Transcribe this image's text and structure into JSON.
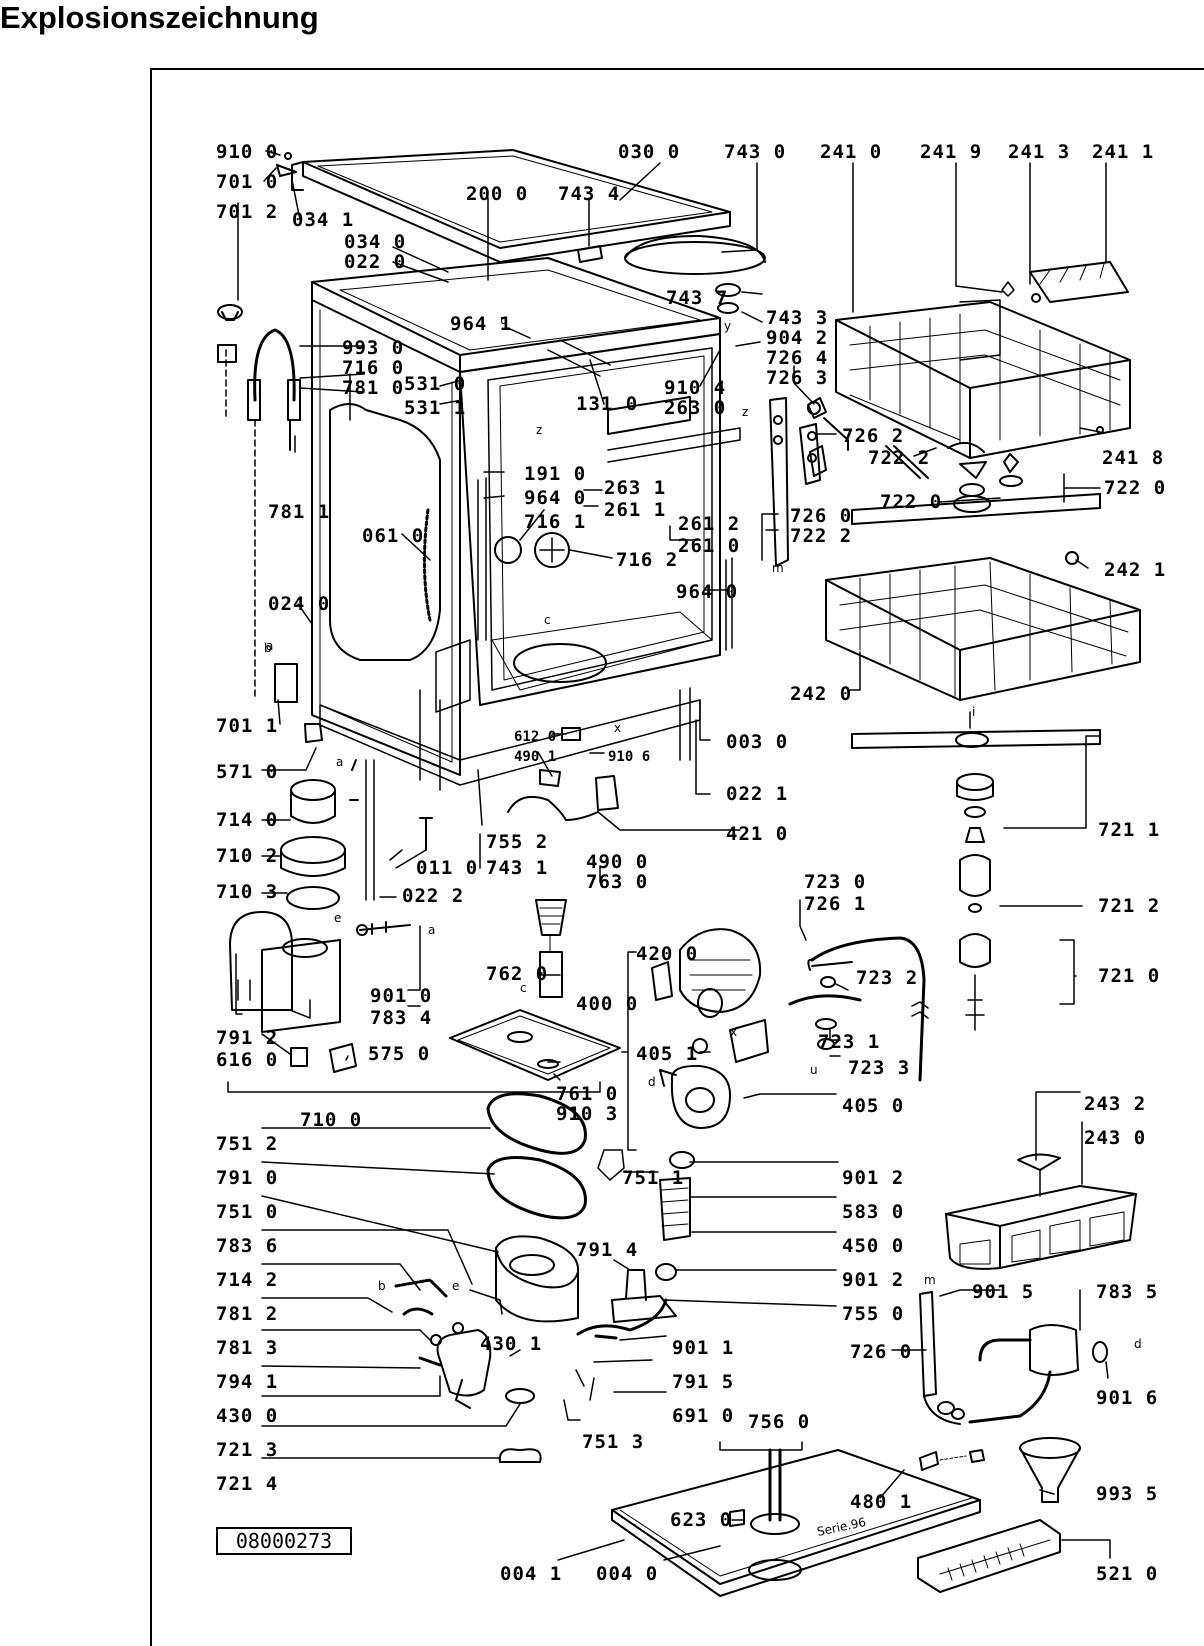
{
  "page": {
    "title": "Explosionszeichnung",
    "document_number": "08000273",
    "sheet_mark": "Serie.96"
  },
  "part_labels": [
    "910 0",
    "701 0",
    "034 1",
    "701 2",
    "030 0",
    "200 0",
    "743 4",
    "743 0",
    "241 0",
    "241 9",
    "241 3",
    "241 1",
    "034 0",
    "022 0",
    "743 7",
    "743 3",
    "964 1",
    "904 2",
    "726 4",
    "726 3",
    "993 0",
    "716 0",
    "781 0",
    "531 0",
    "531 1",
    "910 4",
    "263 0",
    "131 0",
    "726 2",
    "241 8",
    "722 2",
    "722 0",
    "722 0",
    "781 1",
    "191 0",
    "964 0",
    "263 1",
    "261 1",
    "261 2",
    "261 0",
    "726 0",
    "722 2",
    "716 1",
    "716 2",
    "061 0",
    "964 0",
    "242 1",
    "024 0",
    "242 0",
    "701 1",
    "612 0",
    "490 1",
    "910 6",
    "003 0",
    "571 0",
    "022 1",
    "714 0",
    "755 2",
    "421 0",
    "721 1",
    "710 2",
    "011 0",
    "743 1",
    "490 0",
    "763 0",
    "710 3",
    "022 2",
    "723 0",
    "726 1",
    "721 2",
    "420 0",
    "762 0",
    "723 2",
    "721 0",
    "901 0",
    "783 4",
    "791 2",
    "616 0",
    "575 0",
    "400 0",
    "405 1",
    "723 1",
    "723 3",
    "761 0",
    "910 3",
    "405 0",
    "710 0",
    "243 2",
    "243 0",
    "751 2",
    "791 0",
    "751 1",
    "901 2",
    "751 0",
    "583 0",
    "783 6",
    "450 0",
    "791 4",
    "714 2",
    "901 2",
    "781 2",
    "755 0",
    "781 3",
    "901 1",
    "430 1",
    "726 0",
    "901 5",
    "783 5",
    "794 1",
    "791 5",
    "901 6",
    "430 0",
    "691 0",
    "721 3",
    "751 3",
    "756 0",
    "721 4",
    "480 1",
    "993 5",
    "623 0",
    "004 1",
    "004 0",
    "521 0"
  ],
  "connector_letters": [
    "a",
    "b",
    "c",
    "d",
    "e",
    "i",
    "m",
    "u",
    "x",
    "y",
    "z"
  ]
}
